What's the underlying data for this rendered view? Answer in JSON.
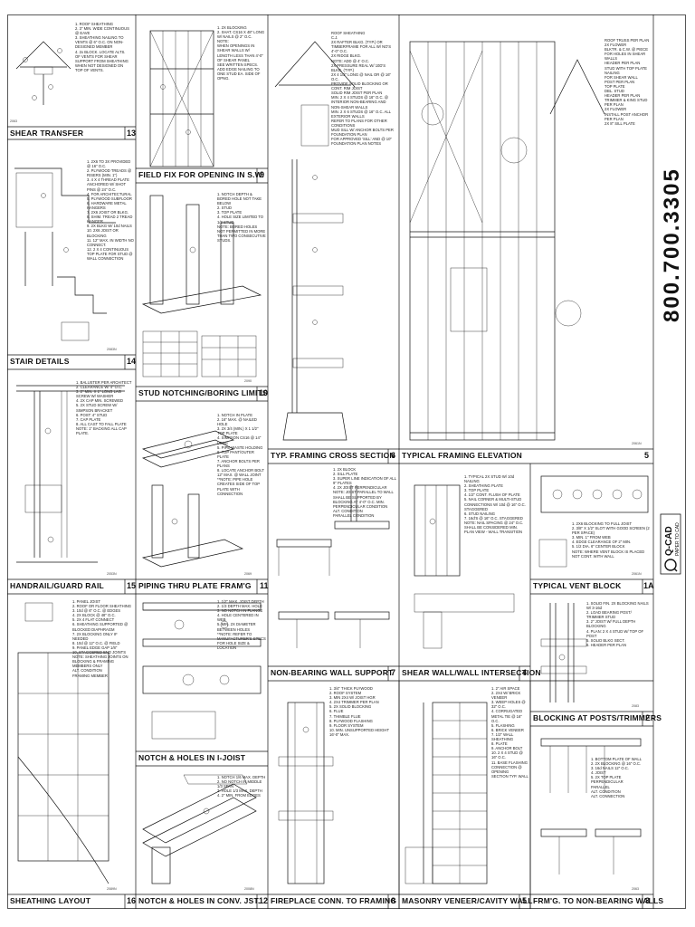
{
  "sheet": {
    "phone": "800.700.3305",
    "logo_brand": "Q-CAD",
    "logo_tagline": "PAPER TO CAD"
  },
  "panels": [
    {
      "id": "shear-transfer",
      "title": "SHEAR TRANSFER",
      "number": "13",
      "code": "2063"
    },
    {
      "id": "field-fix",
      "title": "FIELD FIX FOR OPENING IN S.W.",
      "number": "9",
      "code": ""
    },
    {
      "id": "stair-details",
      "title": "STAIR DETAILS",
      "number": "14",
      "code": "2083N"
    },
    {
      "id": "stud-notching",
      "title": "STUD NOTCHING/BORING LIMITS",
      "number": "10",
      "code": "2090"
    },
    {
      "id": "framing-cross-section",
      "title": "TYP. FRAMING CROSS SECTION",
      "number": "6",
      "code": ""
    },
    {
      "id": "framing-elevation",
      "title": "TYPICAL FRAMING ELEVATION",
      "number": "5",
      "code": "2061N"
    },
    {
      "id": "handrail",
      "title": "HANDRAIL/GUARD RAIL",
      "number": "15",
      "code": "2053N"
    },
    {
      "id": "piping",
      "title": "PIPING THRU PLATE FRAM'G",
      "number": "11",
      "code": "2069"
    },
    {
      "id": "non-bearing-support",
      "title": "NON-BEARING WALL SUPPORT",
      "number": "7",
      "code": ""
    },
    {
      "id": "shear-wall-intersection",
      "title": "SHEAR WALL/WALL INTERSECTION",
      "number": "4",
      "code": ""
    },
    {
      "id": "vent-block",
      "title": "TYPICAL VENT BLOCK",
      "number": "1A",
      "code": "2061N"
    },
    {
      "id": "blocking-posts",
      "title": "BLOCKING AT POSTS/TRIMMERS",
      "number": "2",
      "code": "2083"
    },
    {
      "id": "sheathing-layout",
      "title": "SHEATHING LAYOUT",
      "number": "16",
      "code": "2089N"
    },
    {
      "id": "notch-ijoist",
      "title": "NOTCH & HOLES IN I-JOIST",
      "number": "",
      "code": ""
    },
    {
      "id": "notch-conv",
      "title": "NOTCH & HOLES IN CONV. JST.",
      "number": "12",
      "code": "2008N"
    },
    {
      "id": "fireplace",
      "title": "FIREPLACE CONN. TO FRAMING",
      "number": "8",
      "code": ""
    },
    {
      "id": "masonry",
      "title": "MASONRY VENEER/CAVITY WALL",
      "number": "5",
      "code": ""
    },
    {
      "id": "frmg-nonbearing",
      "title": "FRM'G. TO NON-BEARING WALLS",
      "number": "3",
      "code": "2063"
    }
  ],
  "notes": {
    "shear_transfer": "1. ROOF SHEATHING\n2. 3\" MIN. WIDE CONTINUOUS @ EAVE\n3. SHEATHING NAILING TO VENTS @ 6\" O.C. ON NON-DESIGNED MEMBER\n4. 2x BLOCK. LOCATE ALTS. OF VENTS FOR SHEAR SUPPORT FROM SHEATHING WHEN NOT DESIGNED ON TOP OF VENTS.",
    "field_fix": "1. 2X BLOCKING\n2. SHAT. CS16 X 48\" LONG W/ NAILS @ 2\" O.C.\nNOTE:\nWHEN OPENINGS IN SHEAR WALLS W/ LENGTH LESS THAN 4'-0\" OF SHEAR PANEL\nSEE WRITTEN SPECS. ADD EDGE NAILING TO ONE STUD EA. SIDE OF OPNG.",
    "stair_details": "1. 2X6 TO 3X PROVIDED @ 16\" O.C.\n2. PLYWOOD TREADS @ RISERS (MIN. 1\")\n3. 4 X 4 THREAD PLATE ANCHORED W/ SHOT PINS @ 24\" O.C.\n4. FOR ARCHITECTURAL\n5. PLYWOOD SUBFLOOR\n6. HARDWARE METAL HANGERS\n7. 2X6 JOIST OR BLKG.\n8. SHIM. TREAD 2 TREAD HANGER\n9. 2X BLKG W/ 10d NAILS\n10. 2X6 JOIST OR BLOCKING\n11. 12\" MAX. IN WIDTH NO CONNECT.\n12. 2 X 4 CONTINUOUS TOP PLATE FOR STUD @ WALL CONNECTION",
    "stud_notching": "1. NOTCH DEPTH & BORED HOLE NOT TAKE BELOW\n2. STUD\n3. TOP PLATE\n4. HOLE SIZE LIMITED TO 1/3 STUD\nNOTE: BORED HOLES NOT PERMITTED IN MORE THAN TWO CONSECUTIVE STUDS.",
    "cross_section": "ROOF SHEATHING\nC.J.\n2X RAFTER BLKG. (TYP.) OR TIMBERFRAME FOR ALL W/ NO'S 4'-0\" O.C.\n2X RIDGE BLKG.\nNOTE: ADD @ 4' O.C.\n2X PRESSURE REAL W/ 10D'S\nBLKG. (TYP.)\n2X 4 1/2\" LONG @ NAIL OR @ 16\" O.C.\nPROVIDE SOLID BLOCKING OR CONT. RIM JOIST\nSOLID RIM JOIST PER PLAN\nMIN. 2 X 4 STUDS @ 16\" O.C. @ INTERIOR NON-BEARING AND NON-SHEAR WALLS\nMIN. 2 X 6 STUDS @ 16\" O.C. ALL EXTERIOR WALLS\nREFER TO PLANS FOR OTHER CONDITIONS\nMUD SILL W/ ANCHOR BOLTS PER FOUNDATION PLAN\nFOR APPROVED 'SILL' AND @ 10\" FOUNDATION PLAN NOTES",
    "framing_elevation": "ROOF TRUSS PER PLAN\n2X FLOWER\nBLKTR. & C.W. @ PIECE FOR HOLES IN SHEAR WALLS\nHEADER PER PLAN\nSTUD WITH TOP PLATE NAILING\nFOR SHEAR WALL\nPOST PER PLAN\nTOP PLATE\nDBL. STUD\nHEADER PER PLAN\nTRIMMER & KING STUD PER PLAN\n2X FLOWER\nINSTALL POST ANCHOR PER PLAN\n2X 8\" SILL PLATE",
    "handrail": "1. BALUSTER PER ARCHITECT\n2. CLEARANCE W/ 4\" O.C.\n3. 2\" MIN. X 1\" LONG LAG SCREW W/ WASHER\n4. 2X CAP MIN. SCREWED\n5. 2X STUD SCREW W/ SIMPSON BRACKET\n6. POST: 4\" STUD\n7. CAP PLATE\n8. ALL CAST TO FALL PLATE\nNOTE: 1\" BACKING ALL CAP PLATE.",
    "piping": "1. NOTCH IN PLATE\n2. 16\" MAX. @ NAILED HOLE\n3. 2X 3/4 (MIN.) X 1 1/2\" TOP PLATE\n4. SIMPSON CS16 @ 14\" LONG\n5. PIPE WASTE HOLDING\n6. TOP PANT/OUTER PLATE\n7. ANCHOR BOLTS PER PLANS\n8. LOCATE ANCHOR BOLT 12\" MAX. @ WALL JOINT\n**NOTE: PIPE HOLE CREATES SIDE OF TOP PLATE WITH CONNECTION",
    "non_bearing": "1. 2X BLOCK\n2. SILL PLATE\n3. SUPER LINE INDICATION OF ALL 9\" PLATES\n4. 2X JOIST PERPENDICULAR\nNOTE: JOIST PARALLEL TO WALL SHALL BE SUPPORTED BY BLOCKING AT 4'-0\" O.C. MIN.\nPERPENDICULAR CONDITION\nALT. CONDITION\nPARALLEL CONDITION",
    "shear_wall": "1. TYPICAL 2X STUD W/ 10d NAILING\n2. SHEATHING PLATE\n3. TOP PLATE\n4. 1/2\" CONT. FLUSH OF PLATE\n5. NAIL CORNER & MULTI-STUD CONNECTIONS W/ 10d @ 16\" O.C. STAGGERED\n6. STUD NAILING\n7. 16d'S @ 16\" O.C. STAGGERED\nNOTE: NAIL SPACING @ 24\" O.C. SHALL BE CONSIDERED MIN.\nPLAN VIEW - WALL TRANSITION",
    "vent_block": "1. 2X6 BLOCKING TO FULL JOIST\n2. 3/8\" X 1/2\" SLOT WITH GOOD SCREEN (2 PER SPACE)\n3. MIN. 1\" FROM WEB\n4. EDGE CLEARANCE OF 2\" MIN.\n5. 1/2 DIA. 6\" CENTER BLOCK\nNOTE: WHERE VENT BLOCK IS PLACED NOT CONT. WITH WALL",
    "blocking_posts": "1. SOLID FIN. 2X BLOCKING NAILS W/ 3-16d\n2. LOAD BEARING POST/ TRIMMER STUD\n3. 2\" JOIST W/ FULL DEPTH BLOCKING\n4. PLAN: 2 X 4 STUD W/ TOP OF POST\n5. SOLID BLKG SECT.\n6. HEADER PER PLAN",
    "sheathing": "1. PANEL JOIST\n2. ROOF OR FLOOR SHEATHING\n3. 10d @ 6\" O.C. @ EDGES\n4. 2X BLOCK @ 48\" O.C.\n5. 2X 4 FLAT CONNECT\n6. SHEATHING SUPPORTED @ BLOCKED DIAPHRAGM\n7. 2X BLOCKING ONLY IF NEEDED\n8. 10d @ 12\" O.C. @ FIELD\n9. PANEL EDGE GAP 1/8\"\n10. STAGGERED END JOINTS\nNOTE: SHEATHING JOINTS ON BLOCKING & FRAMING MEMBERS ONLY\nALT. CONDITION\nFRAMING MEMBER",
    "ijoist": "1. 1/2\" MAX. JOIST DEPTH\n2. 1/3 DEPTH MAX. HOLE\n3. NO NOTCH IN FLANGE\n4. HOLE CENTERED IN WEB\n5. MIN. 2X DIAMETER BETWEEN HOLES\n**NOTE: REFER TO MANUFACTURER'S SPECS FOR HOLE SIZE & LOCATION",
    "conv_joist": "1. NOTCH 1/6 MAX. DEPTH\n2. NO NOTCH IN MIDDLE 1/3 SPAN\n3. HOLE 1/3 MAX. DEPTH\n4. 2\" MIN. FROM EDGES",
    "fireplace": "1. 3/4\" THICK PLYWOOD\n2. ROOF SYSTEM\n3. MIN 2X4 W/ JOIST HGR\n4. 2X4 TRIMMER PER PLAN\n5. 2X SOLID BLOCKING\n6. FLUE\n7. THIMBLE FLUE\n8. PLYWOOD FLASHING\n9. FLOOR SYSTEM\n10. MIN. UNSUPPORTED HEIGHT 16'-0\" MAX.",
    "masonry": "1. 2\" AIR SPACE\n2. 2X4 W/ BRICK VENEER\n3. WEEP HOLES @ 32\" O.C.\n4. CORRUGATED METAL TIE @ 16\" O.C.\n5. FLASHING\n6. BRICK VENEER\n7. 1/2\" WALL SHEATHING\n8. PLATE\n9. ANCHOR BOLT\n10. 2 X 4 STUD @ 16\" O.C.\n11. BASE FLASHING\nCONNECTION @ OPENING\nSECTION TYP. WALL",
    "frmg_nonbearing": "1. BOTTOM PLATE OF WALL\n2. 2X BLOCKING @ 16\" O.C.\n3. 16d NAILS 12\" O.C.\n4. JOIST\n5. 2X TOP PLATE\nPERPENDICULAR\nPARALLEL\nALT. CONDITION\nALT. CONNECTION"
  }
}
